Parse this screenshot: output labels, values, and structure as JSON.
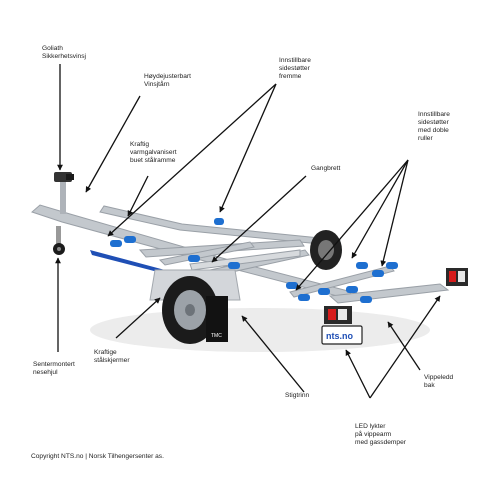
{
  "labels": {
    "goliath": "Goliath\nSikkerhetsvinsj",
    "hoydejusterbart": "Høydejusterbart\nVinsjtårn",
    "kraftig_ramme": "Kraftig\nvarmgalvanisert\nbuet stålramme",
    "sidestotter_fremme": "Innstillbare\nsidestøtter\nfremme",
    "gangbrett": "Gangbrett",
    "sidestotter_doble": "Innstillbare\nsidestøtter\nmed doble\nruller",
    "nesehjul": "Sentermontert\nnesehjul",
    "staalskjermer": "Kraftige\nstålskjermer",
    "stigtrinn": "Stigtrinn",
    "vippeledd": "Vippeledd\nbak",
    "led": "LED lykter\npå vippearm\nmed gassdemper"
  },
  "plate_text": "nts.no",
  "fender_brand": "TMC",
  "copyright": "Copyright NTS.no | Norsk Tilhengersenter as.",
  "colors": {
    "frame": "#b9bec4",
    "roller": "#1e6fd0",
    "arrow": "#111111",
    "tire": "#1b1b1b",
    "lamp_red": "#d61b1b",
    "accent_blue": "#1f4fb5"
  }
}
